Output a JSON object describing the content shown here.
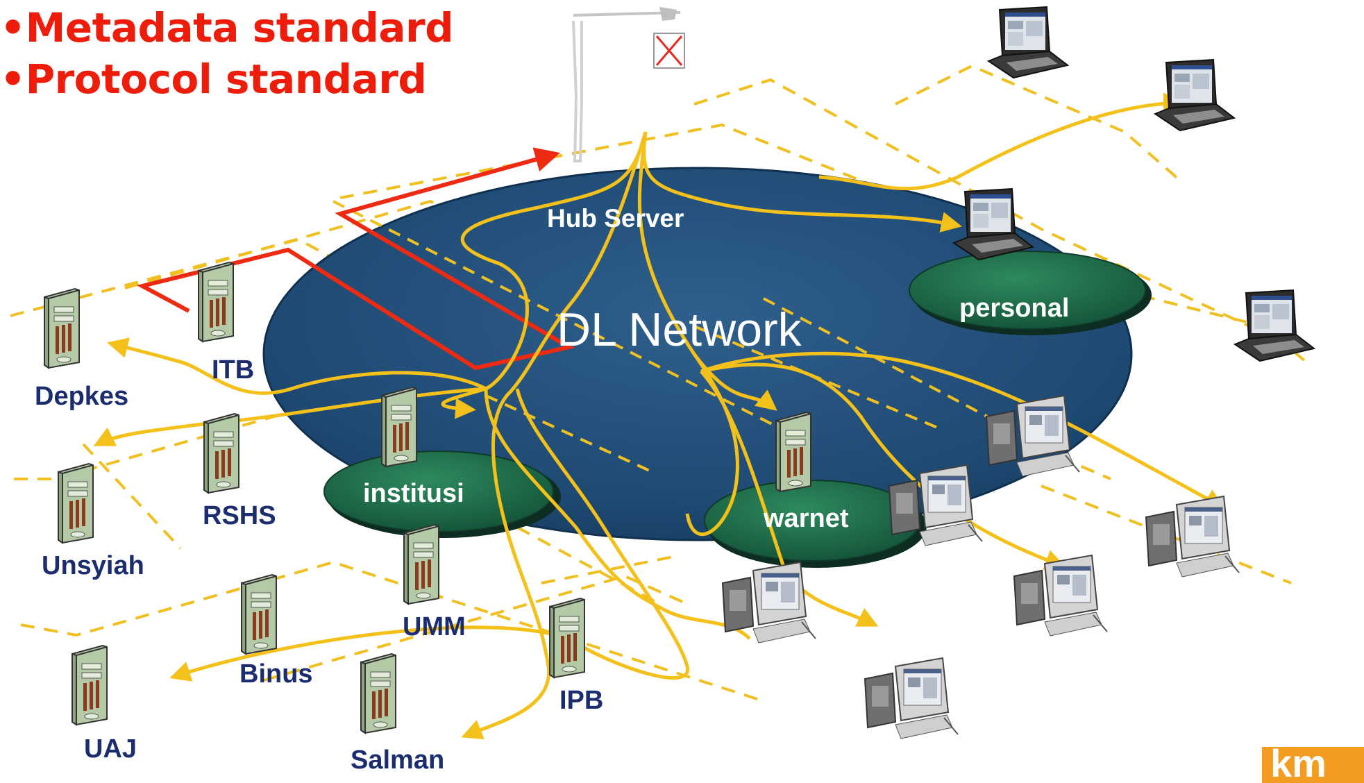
{
  "bullets": [
    {
      "text": "•Metadata standard"
    },
    {
      "text": "•Protocol standard"
    }
  ],
  "network_label": "DL Network",
  "hub_label": "Hub Server",
  "clusters": {
    "institusi": "institusi",
    "warnet": "warnet",
    "personal": "personal"
  },
  "servers": {
    "itb": "ITB",
    "depkes": "Depkes",
    "rshs": "RSHS",
    "unsyiah": "Unsyiah",
    "umm": "UMM",
    "binus": "Binus",
    "ipb": "IPB",
    "uaj": "UAJ",
    "salman": "Salman"
  },
  "logo_text": "km",
  "colors": {
    "ellipse": "#1e4a73",
    "cluster": "#1d6b47",
    "link": "#f4c11a",
    "red_link": "#ee2a12",
    "dashed": "#f0c020",
    "bullet_text": "#ee1c0a",
    "server_label": "#1b2d6e",
    "logo": "#f39c1f"
  }
}
